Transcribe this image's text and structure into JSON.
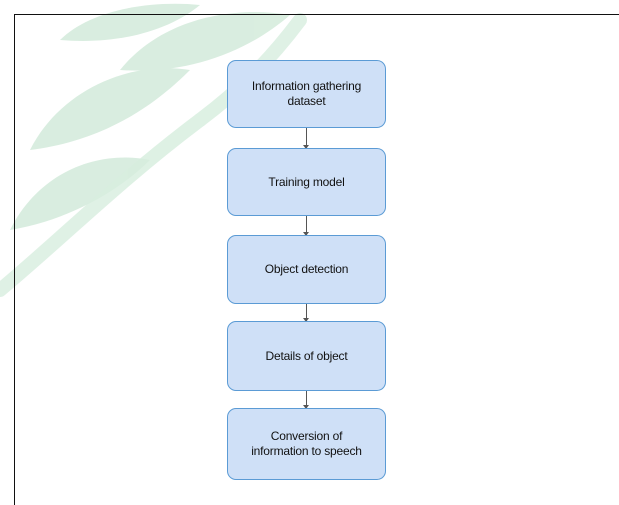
{
  "diagram": {
    "type": "flowchart",
    "direction": "top-to-bottom",
    "steps": [
      {
        "label": "Information gathering\ndataset"
      },
      {
        "label": "Training model"
      },
      {
        "label": "Object detection"
      },
      {
        "label": "Details of object"
      },
      {
        "label": "Conversion of\ninformation to speech"
      }
    ],
    "colors": {
      "box_fill": "#cfe0f7",
      "box_border": "#5b9bd5",
      "watermark": "#cde8d6"
    }
  }
}
